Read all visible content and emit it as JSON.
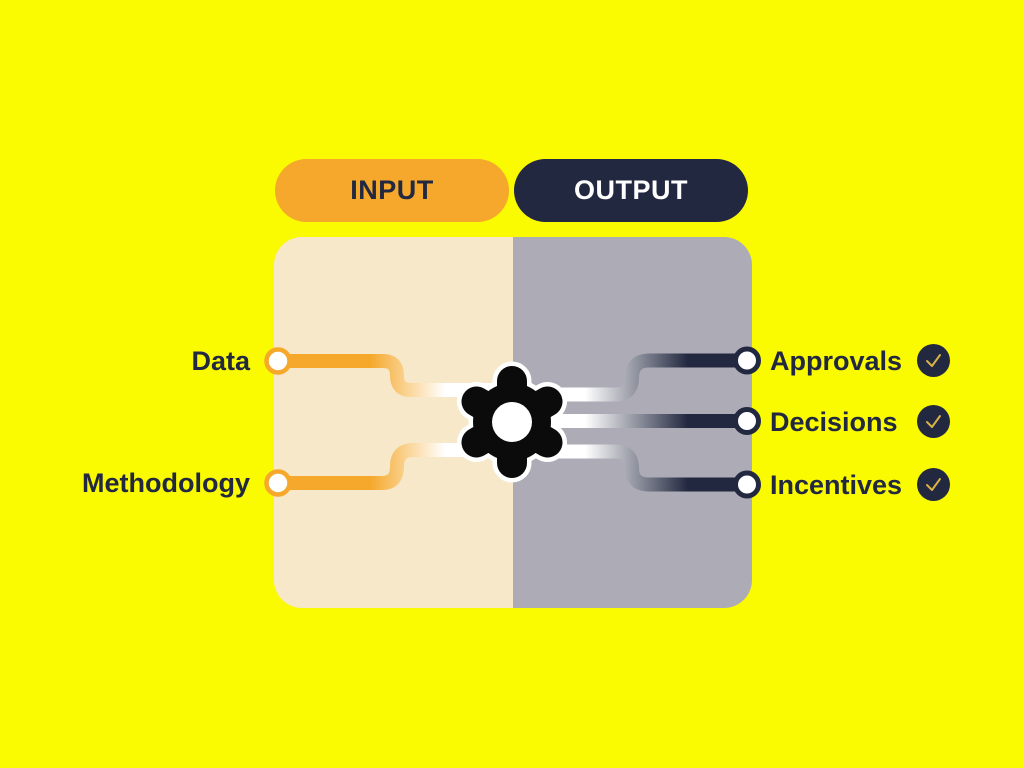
{
  "pills": {
    "input": {
      "label": "INPUT"
    },
    "output": {
      "label": "OUTPUT"
    }
  },
  "inputs": [
    {
      "label": "Data"
    },
    {
      "label": "Methodology"
    }
  ],
  "outputs": [
    {
      "label": "Approvals",
      "badge": "check"
    },
    {
      "label": "Decisions",
      "badge": "check"
    },
    {
      "label": "Incentives",
      "badge": "check"
    }
  ],
  "center_icon": "gear",
  "colors": {
    "background": "#FAFA00",
    "orange": "#F5A82B",
    "navy": "#222840",
    "cream_panel": "#F6E8C9",
    "gray_panel": "#ADABB5",
    "port_fill": "#FFFFFF",
    "gear_black": "#0B0B0B",
    "check_gold": "#D9B245"
  }
}
